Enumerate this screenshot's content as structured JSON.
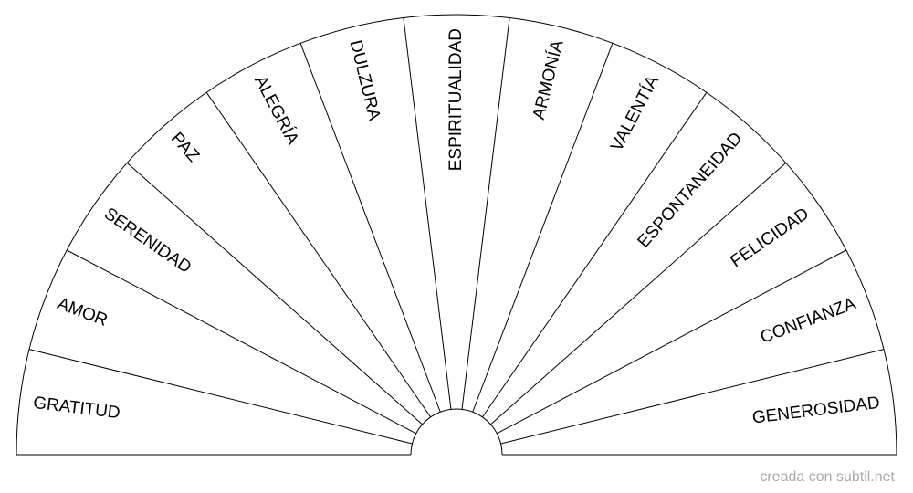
{
  "sectors": [
    "GRATITUD",
    "AMOR",
    "SERENIDAD",
    "PAZ",
    "ALEGRÍA",
    "DULZURA",
    "ESPIRITUALIDAD",
    "ARMONÍA",
    "VALENTÍA",
    "ESPONTANEIDAD",
    "FELICIDAD",
    "CONFIANZA",
    "GENEROSIDAD"
  ],
  "credit": "creada con subtil.net",
  "colors": {
    "line": "#000000",
    "text": "#000000",
    "credit": "#a9a9a9",
    "background": "#ffffff"
  }
}
